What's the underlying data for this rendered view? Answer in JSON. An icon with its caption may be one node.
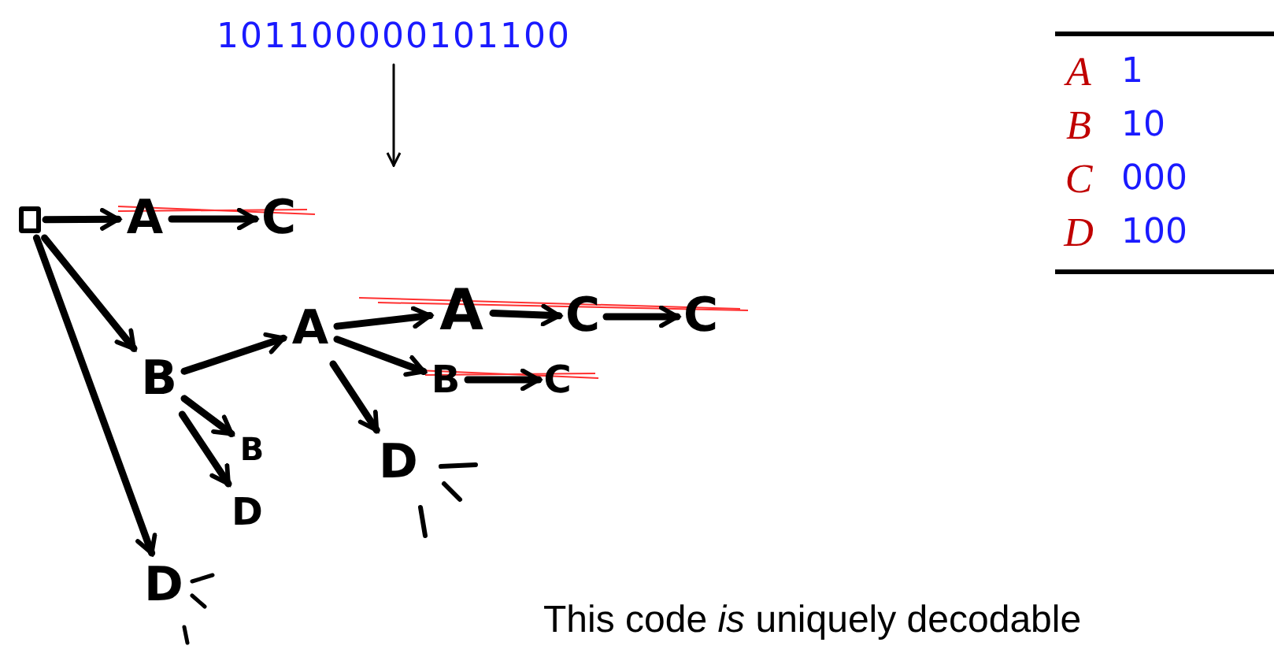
{
  "diagram": {
    "nodes": [
      {
        "text": [
          "101100000101100"
        ]
      },
      {
        "text": [],
        "shape": "box"
      },
      {
        "text": [
          "A"
        ]
      },
      {
        "text": [
          "C"
        ]
      },
      {
        "text": [
          "B"
        ]
      },
      {
        "text": [
          "A"
        ]
      },
      {
        "text": [
          "A"
        ]
      },
      {
        "text": [
          "C"
        ]
      },
      {
        "text": [
          "C"
        ]
      },
      {
        "text": [
          "B"
        ]
      },
      {
        "text": [
          "C"
        ]
      },
      {
        "text": [
          "B"
        ]
      },
      {
        "text": [
          "D"
        ]
      },
      {
        "text": [
          "D"
        ]
      },
      {
        "text": [
          "D"
        ]
      }
    ],
    "edges": [
      {
        "from": 0,
        "to": null,
        "arrow": "to"
      },
      {
        "from": 1,
        "to": 2,
        "arrow": "to"
      },
      {
        "from": 2,
        "to": 3,
        "arrow": "to"
      },
      {
        "from": 1,
        "to": 4,
        "arrow": "to"
      },
      {
        "from": 1,
        "to": 14,
        "arrow": "to"
      },
      {
        "from": 4,
        "to": 5,
        "arrow": "to"
      },
      {
        "from": 4,
        "to": 11,
        "arrow": "to"
      },
      {
        "from": 4,
        "to": 12,
        "arrow": "to"
      },
      {
        "from": 5,
        "to": 6,
        "arrow": "to"
      },
      {
        "from": 6,
        "to": 7,
        "arrow": "to"
      },
      {
        "from": 7,
        "to": 8,
        "arrow": "to"
      },
      {
        "from": 5,
        "to": 9,
        "arrow": "to"
      },
      {
        "from": 9,
        "to": 10,
        "arrow": "to"
      },
      {
        "from": 5,
        "to": 13,
        "arrow": "to"
      }
    ],
    "labels": [
      "A",
      "1",
      "B",
      "10",
      "C",
      "000",
      "D",
      "100",
      "This code *is* uniquely decodable"
    ]
  }
}
